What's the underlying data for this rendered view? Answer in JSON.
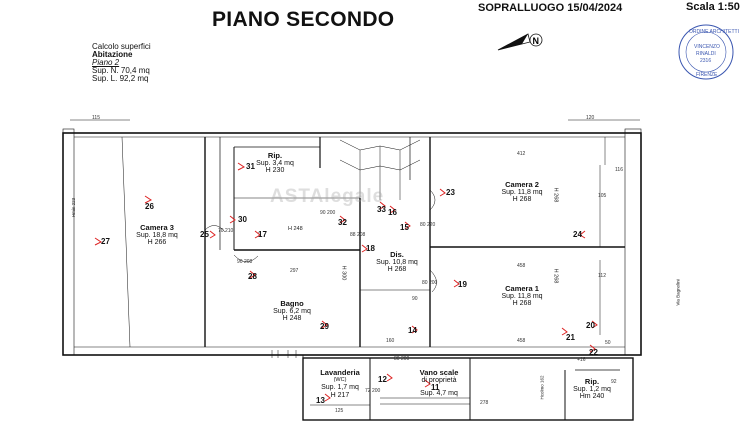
{
  "header": {
    "title": "PIANO SECONDO",
    "date": "SOPRALLUOGO 15/04/2024",
    "scale": "Scala 1:50"
  },
  "calc": {
    "line1": "Calcolo superfici",
    "line2": "Abitazione",
    "line3": "Piano 2",
    "line4": "Sup. N. 70,4 mq",
    "line5": "Sup. L. 92,2 mq"
  },
  "stamp": {
    "ring_top": "ORDINE ARCHITETTI",
    "name1": "VINCENZO",
    "name2": "RINALDI",
    "number": "2316",
    "city": "FIRENZE"
  },
  "watermark": "ASTAlegale",
  "compass_letter": "N",
  "rooms": [
    {
      "name": "Rip.",
      "area": "Sup. 3,4 mq",
      "height": "H 230"
    },
    {
      "name": "Camera 3",
      "area": "Sup. 18,8 mq",
      "height": "H 266"
    },
    {
      "name": "Camera 2",
      "area": "Sup. 11,8 mq",
      "height": "H 268"
    },
    {
      "name": "Dis.",
      "area": "Sup. 10,8 mq",
      "height": "H 268"
    },
    {
      "name": "Camera 1",
      "area": "Sup. 11,8 mq",
      "height": "H 268"
    },
    {
      "name": "Bagno",
      "area": "Sup. 6,2 mq",
      "height": "H 248"
    },
    {
      "name": "Lavanderia",
      "sub": "(WC)",
      "area": "Sup. 1,7 mq",
      "height": "H 217"
    },
    {
      "name": "Vano scale",
      "sub": "di proprietà",
      "area": "Sup. 4,7 mq",
      "height": ""
    },
    {
      "name": "Rip.",
      "area": "Sup. 1,2 mq",
      "height": "Hm 240"
    }
  ],
  "photo_points": [
    "31",
    "26",
    "23",
    "33",
    "16",
    "15",
    "30",
    "32",
    "25",
    "17",
    "18",
    "27",
    "24",
    "28",
    "19",
    "29",
    "14",
    "21",
    "20",
    "22",
    "11",
    "12",
    "13"
  ],
  "dims": {
    "d115": "115",
    "d120": "120",
    "d412": "412",
    "d458a": "458",
    "d458b": "458",
    "d297": "297",
    "d160": "160",
    "d278": "278",
    "d125": "125",
    "h248": "H 248",
    "h300": "H 300",
    "h268a": "H 268",
    "h268b": "H 268",
    "h223": "Hmin 223",
    "h162": "Hcolmo 162",
    "d8088": "88 208",
    "d80200": "80 200",
    "d70210": "70 210",
    "d90208": "90 208",
    "d80220": "80 220",
    "d80200b": "80 200",
    "d72200": "72 200",
    "d90200": "90 200",
    "d116": "116",
    "d105": "105",
    "d112": "112",
    "d50": "50",
    "d16": "+16",
    "d90": "90",
    "d92": "92"
  },
  "street": "Via Bagnolini"
}
